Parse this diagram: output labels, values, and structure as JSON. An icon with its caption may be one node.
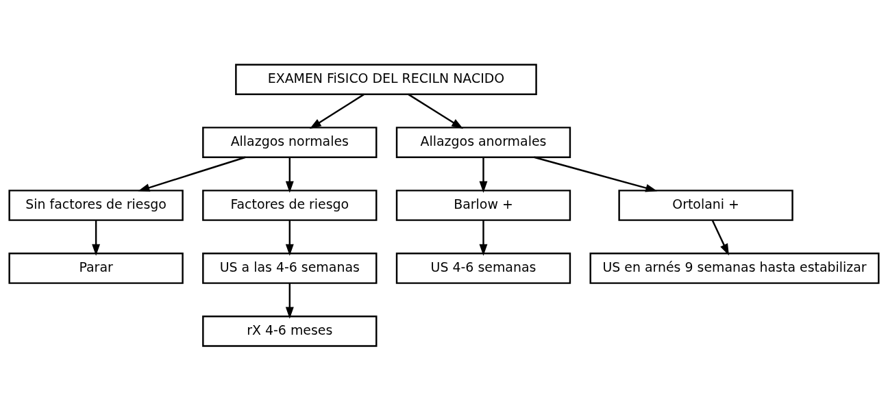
{
  "diagram": {
    "nodes": [
      {
        "text": [
          "EXAMEN FiSICO DEL RECILN NACIDO"
        ]
      },
      {
        "text": [
          "Allazgos normales"
        ]
      },
      {
        "text": [
          "Allazgos anormales"
        ]
      },
      {
        "text": [
          "Sin factores de riesgo"
        ]
      },
      {
        "text": [
          "Factores de riesgo"
        ]
      },
      {
        "text": [
          "Barlow +"
        ]
      },
      {
        "text": [
          "Ortolani +"
        ]
      },
      {
        "text": [
          "Parar"
        ]
      },
      {
        "text": [
          "US a las 4-6 semanas"
        ]
      },
      {
        "text": [
          "US 4-6 semanas"
        ]
      },
      {
        "text": [
          "US en arnés 9 semanas hasta estabilizar"
        ]
      },
      {
        "text": [
          "rX 4-6 meses"
        ]
      }
    ],
    "edges": [
      {
        "from": 0,
        "to": 1,
        "arrow": "to"
      },
      {
        "from": 0,
        "to": 2,
        "arrow": "to"
      },
      {
        "from": 1,
        "to": 3,
        "arrow": "to"
      },
      {
        "from": 1,
        "to": 4,
        "arrow": "to"
      },
      {
        "from": 2,
        "to": 5,
        "arrow": "to"
      },
      {
        "from": 2,
        "to": 6,
        "arrow": "to"
      },
      {
        "from": 3,
        "to": 7,
        "arrow": "to"
      },
      {
        "from": 4,
        "to": 8,
        "arrow": "to"
      },
      {
        "from": 5,
        "to": 9,
        "arrow": "to"
      },
      {
        "from": 6,
        "to": 10,
        "arrow": "to"
      },
      {
        "from": 8,
        "to": 11,
        "arrow": "to"
      }
    ]
  }
}
